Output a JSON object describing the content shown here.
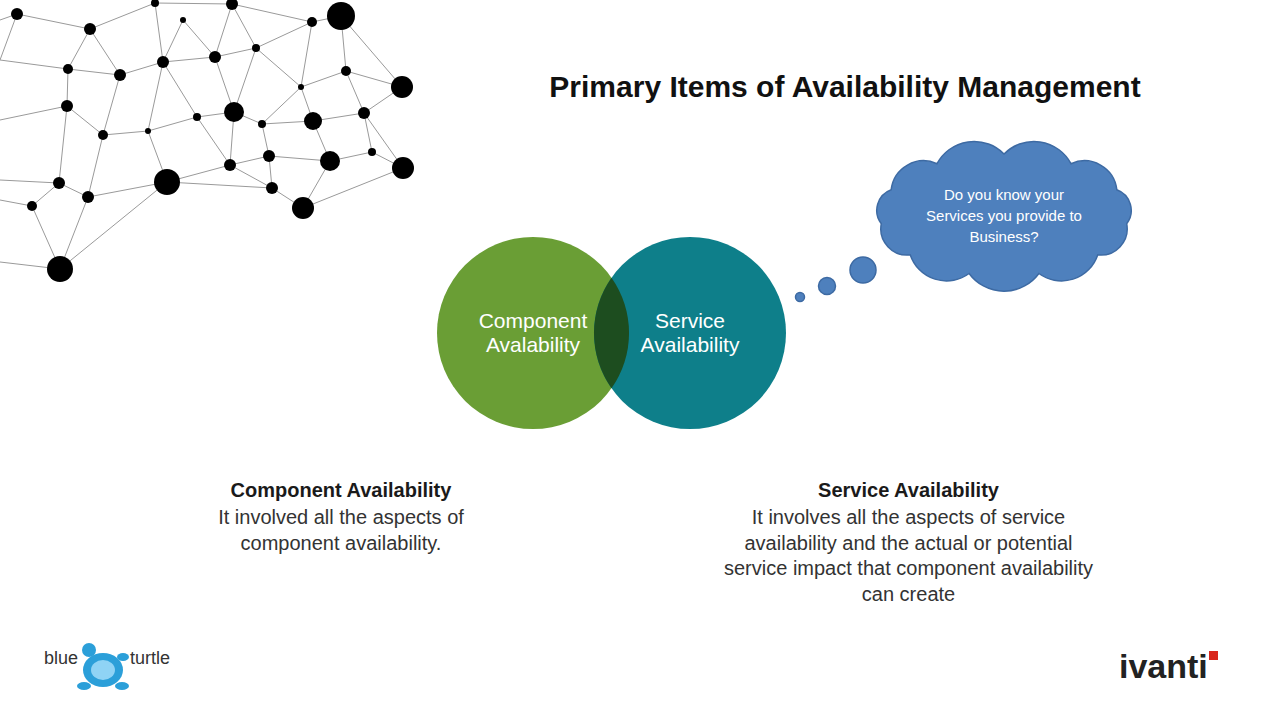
{
  "diagram": {
    "title": "Primary Items of Availability Management",
    "nodes": [
      {
        "text": [
          "Component Avalability"
        ]
      },
      {
        "text": [
          "Service Availability"
        ]
      },
      {
        "text": [
          "Do you know your Services you provide to Business?"
        ]
      }
    ],
    "labels": [
      "Component Availability",
      "It involved all the aspects of component availability.",
      "Service Availability",
      "It involves all the aspects of service availability and the actual or potential service impact that component availability can create",
      "blue",
      "turtle",
      "ivanti"
    ]
  }
}
